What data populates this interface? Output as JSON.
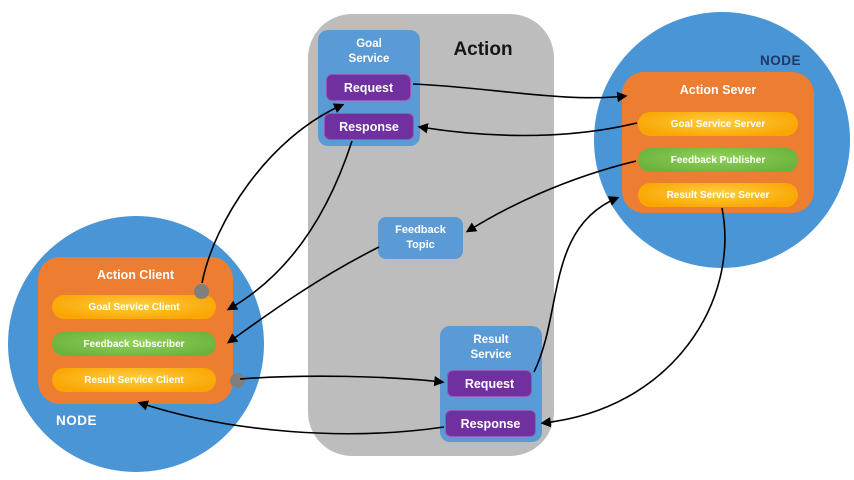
{
  "action_box": {
    "title": "Action",
    "goal_service": {
      "line1": "Goal",
      "line2": "Service",
      "request": "Request",
      "response": "Response"
    },
    "feedback_topic": {
      "line1": "Feedback",
      "line2": "Topic"
    },
    "result_service": {
      "line1": "Result",
      "line2": "Service",
      "request": "Request",
      "response": "Response"
    }
  },
  "server_node": {
    "label": "NODE",
    "title": "Action Sever",
    "items": [
      {
        "label": "Goal Service Server",
        "color": "amber"
      },
      {
        "label": "Feedback Publisher",
        "color": "green"
      },
      {
        "label": "Result Service Server",
        "color": "amber"
      }
    ]
  },
  "client_node": {
    "label": "NODE",
    "title": "Action Client",
    "items": [
      {
        "label": "Goal Service Client",
        "color": "amber"
      },
      {
        "label": "Feedback Subscriber",
        "color": "green"
      },
      {
        "label": "Result Service Client",
        "color": "amber"
      }
    ]
  },
  "connections": [
    {
      "from": "Goal Service Client",
      "to": "Goal Service Request"
    },
    {
      "from": "Goal Service Request",
      "to": "Goal Service Server"
    },
    {
      "from": "Goal Service Server",
      "to": "Goal Service Response"
    },
    {
      "from": "Goal Service Response",
      "to": "Goal Service Client"
    },
    {
      "from": "Feedback Publisher",
      "to": "Feedback Topic"
    },
    {
      "from": "Feedback Topic",
      "to": "Feedback Subscriber"
    },
    {
      "from": "Result Service Client",
      "to": "Result Service Request"
    },
    {
      "from": "Result Service Request",
      "to": "Result Service Server"
    },
    {
      "from": "Result Service Server",
      "to": "Result Service Response"
    },
    {
      "from": "Result Service Response",
      "to": "Result Service Client"
    }
  ],
  "colors": {
    "node_circle": "#4a95d6",
    "service_box": "#5b9bd5",
    "request_response": "#7030a0",
    "action_box_orange": "#ed7d31",
    "amber_pill": "#f9a602",
    "green_pill": "#6cb33e",
    "container_gray": "#bdbdbd",
    "arrow": "#000000",
    "connector_dot": "#7f7f7f",
    "server_node_label": "#1f3864",
    "client_node_label": "#ffffff"
  }
}
